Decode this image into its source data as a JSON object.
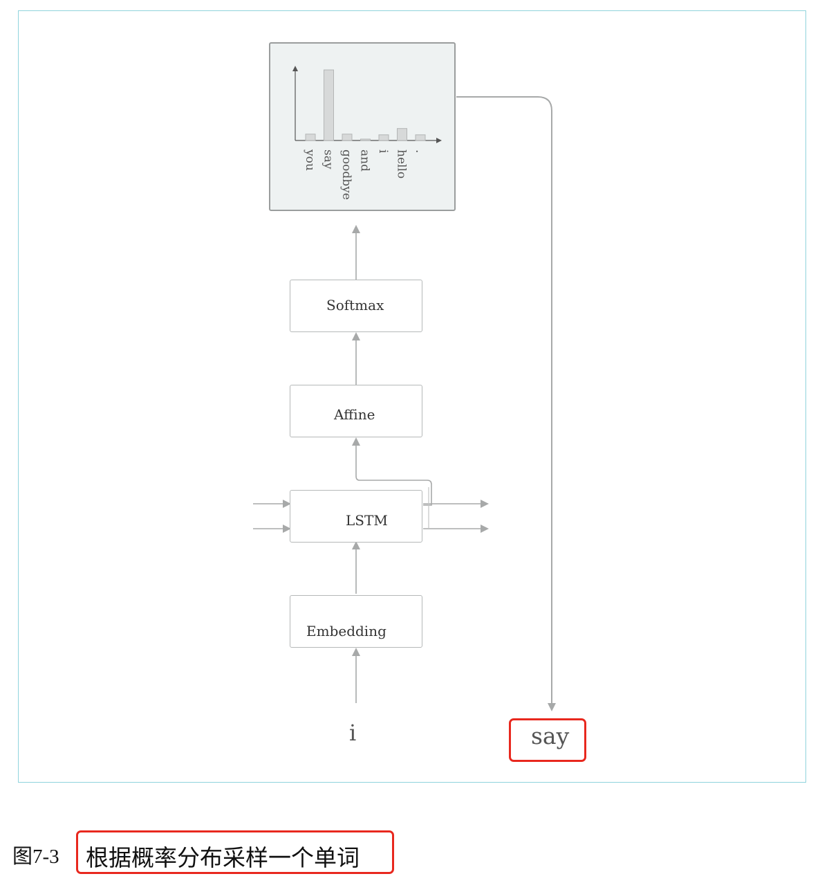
{
  "diagram": {
    "probability_chart": {
      "bars": [
        {
          "label": "you",
          "value": 0.09
        },
        {
          "label": "say",
          "value": 1.0
        },
        {
          "label": "goodbye",
          "value": 0.09
        },
        {
          "label": "and",
          "value": 0.02
        },
        {
          "label": "i",
          "value": 0.08
        },
        {
          "label": "hello",
          "value": 0.17
        },
        {
          "label": ".",
          "value": 0.08
        }
      ]
    },
    "layers": {
      "softmax": "Softmax",
      "affine": "Affine",
      "lstm": "LSTM",
      "embedding": "Embedding"
    },
    "input_word": "i",
    "output_word": "say"
  },
  "caption": {
    "number": "图7-3",
    "text": "根据概率分布采样一个单词"
  },
  "colors": {
    "frame": "#8fd3dc",
    "highlight": "#e8281e",
    "arrow": "#a7a9a9",
    "panel_bg": "#eef2f2",
    "bar_fill": "#d7d9d9"
  }
}
